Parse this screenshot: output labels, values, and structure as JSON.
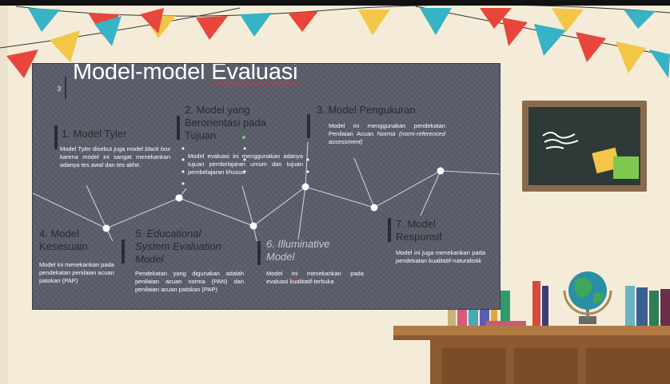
{
  "slide": {
    "number": "3",
    "title_prefix": "Model-model ",
    "title_word": "Evaluasi"
  },
  "models": {
    "tyler": {
      "title": "1. Model Tyler",
      "desc_a": "Model Tyler disebut juga model ",
      "desc_em": "black box",
      "desc_b": " karena model ini sangat menekankan adanya tes awal dan tes akhir."
    },
    "tujuan": {
      "title_1": "2. Model yang",
      "title_2": "Berorientasi pada",
      "title_3": "Tujuan",
      "desc": "Model evaluasi ini menggunakan adanya tujuan pembelajaran umum dan tujuan pembelajaran khusus"
    },
    "pengukuran": {
      "title": "3. Model Pengukuran",
      "desc_a": "Model ini menggunakan pendekatan Penilaian Acuan Norma ",
      "desc_em": "(norm-referenced assessment)"
    },
    "kesesuaian": {
      "title_1": "4. Model",
      "title_2": "Kesesuain",
      "desc": "Model ini menekankan pada pendekatan penilaian acuan patokan (PAP)"
    },
    "ese": {
      "title_1": "5. Educational",
      "title_2": "System Evaluation",
      "title_3": "Model",
      "desc": "Pendekatan yang digunakan adalah penilaian acuan norma (PAN) dan penilaian acuan patokan (PAP)"
    },
    "illuminative": {
      "title_1": "6. Illuminative",
      "title_2": "Model",
      "desc_a": "Model ",
      "desc_red": "ini",
      "desc_b": " menekankan pada evaluasi kualitatif-terbuka"
    },
    "responsif": {
      "title_1": "7. Model",
      "title_2": "Responsif",
      "desc": "Model ini juga menekankan pada pendekatan kualitatif-naturalistik"
    }
  },
  "colors": {
    "slide_bg": "#5b5d6c",
    "page_bg": "#f4ecd8",
    "flag_red": "#e8463c",
    "flag_teal": "#36b3c4",
    "flag_yellow": "#f3c647",
    "chalkboard": "#2f3a38",
    "desk": "#8b5a32"
  }
}
